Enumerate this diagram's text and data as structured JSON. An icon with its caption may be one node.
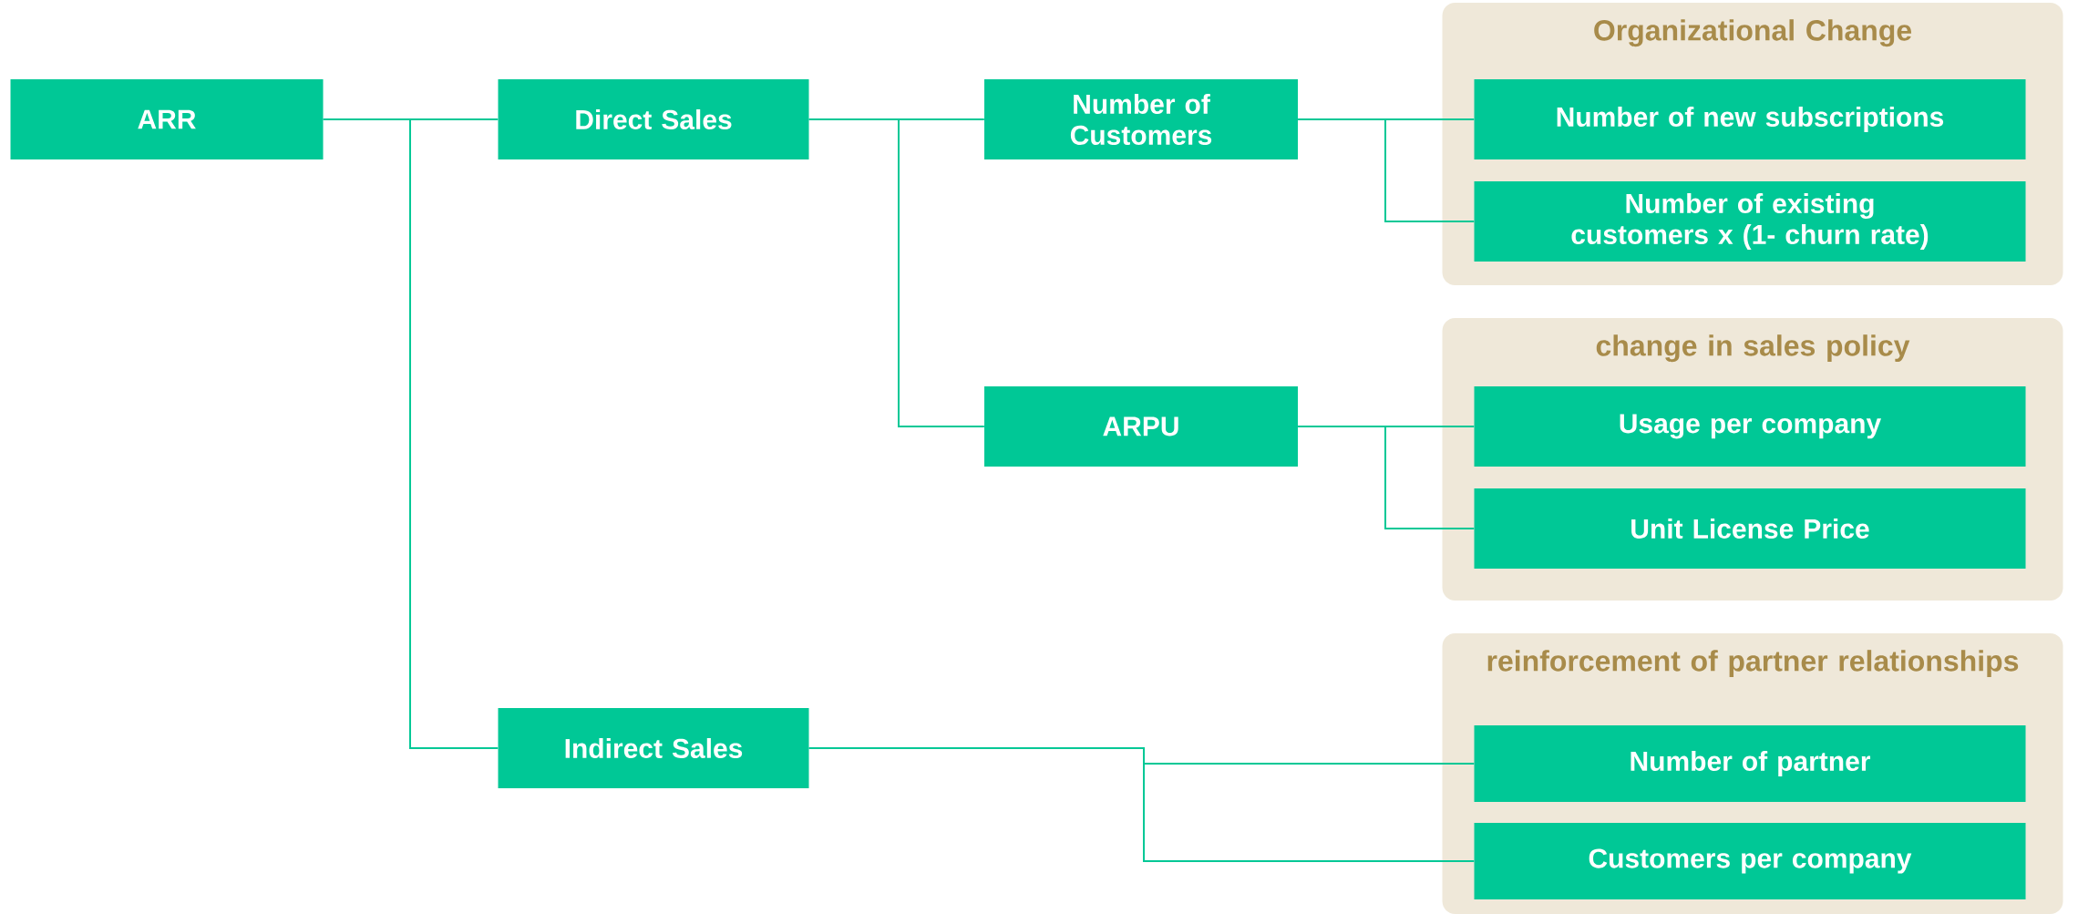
{
  "diagram": {
    "nodes": [
      {
        "text": [
          "ARR"
        ]
      },
      {
        "text": [
          "Direct Sales"
        ]
      },
      {
        "text": [
          "Number of Customers"
        ]
      },
      {
        "text": [
          "ARPU"
        ]
      },
      {
        "text": [
          "Indirect Sales"
        ]
      },
      {
        "text": [
          "Organizational Change"
        ]
      },
      {
        "text": [
          "Number of new subscriptions"
        ],
        "in": 5
      },
      {
        "text": [
          "Number of existing customers x (1- churn rate)"
        ],
        "in": 5
      },
      {
        "text": [
          "change in sales policy"
        ]
      },
      {
        "text": [
          "Usage per company"
        ],
        "in": 8
      },
      {
        "text": [
          "Unit License Price"
        ],
        "in": 8
      },
      {
        "text": [
          "reinforcement of partner relationships"
        ]
      },
      {
        "text": [
          "Number of partner"
        ],
        "in": 11
      },
      {
        "text": [
          "Customers per company"
        ],
        "in": 11
      }
    ],
    "edges": [
      {
        "from": 0,
        "to": 1,
        "arrow": "none"
      },
      {
        "from": 0,
        "to": 4,
        "arrow": "none"
      },
      {
        "from": 1,
        "to": 2,
        "arrow": "none"
      },
      {
        "from": 1,
        "to": 3,
        "arrow": "none"
      },
      {
        "from": 2,
        "to": 6,
        "arrow": "none"
      },
      {
        "from": 2,
        "to": 7,
        "arrow": "none"
      },
      {
        "from": 3,
        "to": 9,
        "arrow": "none"
      },
      {
        "from": 3,
        "to": 10,
        "arrow": "none"
      },
      {
        "from": 4,
        "to": 12,
        "arrow": "none"
      },
      {
        "from": 4,
        "to": 13,
        "arrow": "none"
      }
    ]
  }
}
